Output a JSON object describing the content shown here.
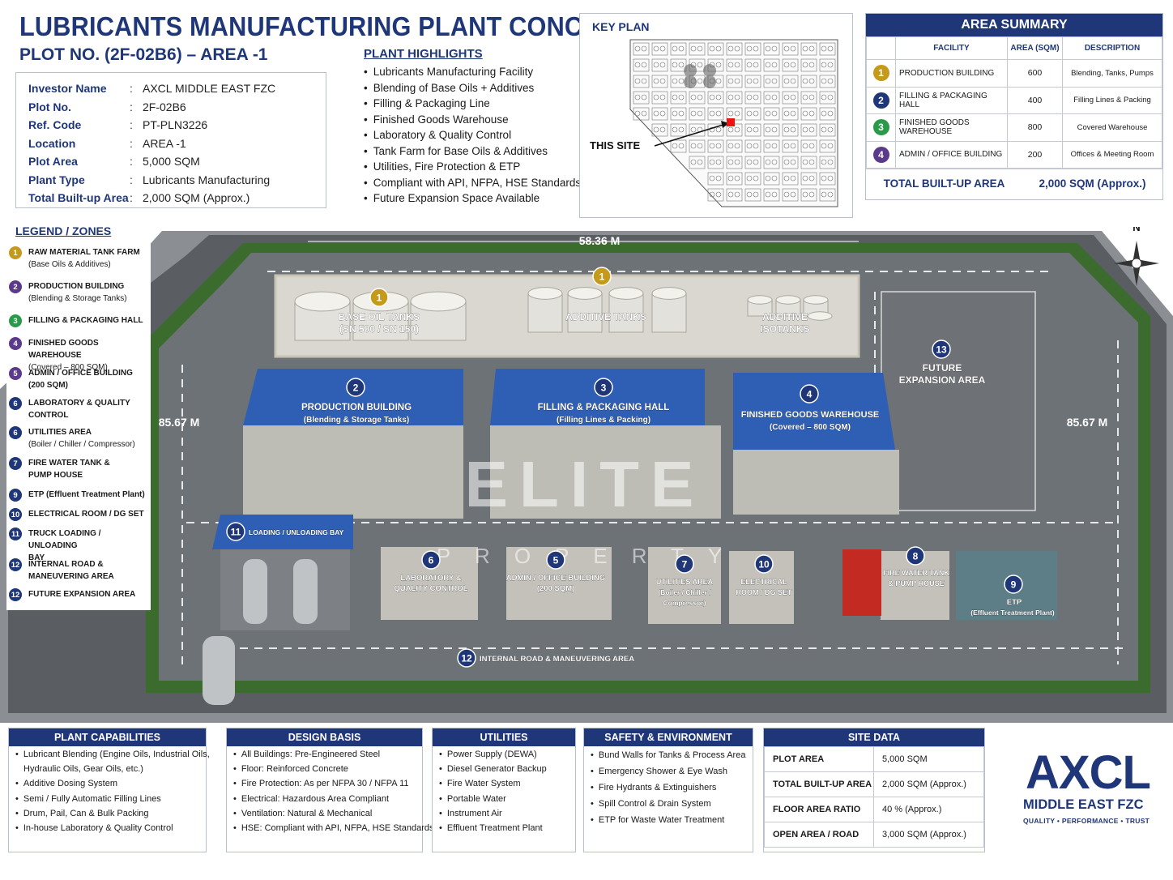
{
  "header": {
    "title": "LUBRICANTS MANUFACTURING PLANT CONCEPT",
    "subtitle": "PLOT NO. (2F-02B6) – AREA -1"
  },
  "info": [
    {
      "key": "Investor Name",
      "value": "AXCL MIDDLE EAST FZC"
    },
    {
      "key": "Plot No.",
      "value": "2F-02B6"
    },
    {
      "key": "Ref. Code",
      "value": "PT-PLN3226"
    },
    {
      "key": "Location",
      "value": "AREA -1"
    },
    {
      "key": "Plot Area",
      "value": "5,000 SQM"
    },
    {
      "key": "Plant Type",
      "value": "Lubricants Manufacturing"
    },
    {
      "key": "Total Built-up Area",
      "value": "2,000 SQM (Approx.)"
    }
  ],
  "info_colon": ":",
  "highlights": {
    "title": "PLANT HIGHLIGHTS",
    "items": [
      "Lubricants Manufacturing Facility",
      "Blending of Base Oils + Additives",
      "Filling & Packaging Line",
      "Finished Goods Warehouse",
      "Laboratory & Quality Control",
      "Tank Farm for Base Oils & Additives",
      "Utilities, Fire Protection & ETP",
      "Compliant with API, NFPA, HSE Standards",
      "Future Expansion Space Available"
    ]
  },
  "key_plan": {
    "title": "KEY PLAN",
    "site_label": "THIS SITE"
  },
  "area_summary": {
    "title": "AREA SUMMARY",
    "headers": [
      "FACILITY",
      "AREA (SQM)",
      "DESCRIPTION"
    ],
    "rows": [
      {
        "n": "1",
        "facility": "PRODUCTION BUILDING",
        "area": "600",
        "desc": "Blending, Tanks, Pumps"
      },
      {
        "n": "2",
        "facility": "FILLING & PACKAGING HALL",
        "area": "400",
        "desc": "Filling Lines & Packing"
      },
      {
        "n": "3",
        "facility": "FINISHED GOODS WAREHOUSE",
        "area": "800",
        "desc": "Covered Warehouse"
      },
      {
        "n": "4",
        "facility": "ADMIN / OFFICE BUILDING",
        "area": "200",
        "desc": "Offices & Meeting Room"
      }
    ],
    "total_label": "TOTAL BUILT-UP AREA",
    "total_value": "2,000 SQM (Approx.)"
  },
  "legend": {
    "title": "LEGEND / ZONES",
    "items": [
      {
        "n": "1",
        "color": "#c59a1a",
        "label": "RAW MATERIAL TANK FARM",
        "sub": "(Base Oils & Additives)"
      },
      {
        "n": "2",
        "color": "#5b3a8c",
        "label": "PRODUCTION BUILDING",
        "sub": "(Blending & Storage Tanks)"
      },
      {
        "n": "3",
        "color": "#2a9a4a",
        "label": "FILLING & PACKAGING HALL",
        "sub": ""
      },
      {
        "n": "4",
        "color": "#5b3a8c",
        "label": "FINISHED GOODS WAREHOUSE",
        "sub": "(Covered – 800 SQM)"
      },
      {
        "n": "5",
        "color": "#5b3a8c",
        "label": "ADMIN / OFFICE BUILDING",
        "sub": "(200 SQM)"
      },
      {
        "n": "6",
        "color": "#1f3778",
        "label": "LABORATORY & QUALITY",
        "sub": "CONTROL"
      },
      {
        "n": "6",
        "color": "#1f3778",
        "label": "UTILITIES AREA",
        "sub": "(Boiler / Chiller / Compressor)"
      },
      {
        "n": "7",
        "color": "#1f3778",
        "label": "FIRE WATER TANK &",
        "sub": "PUMP HOUSE"
      },
      {
        "n": "9",
        "color": "#1f3778",
        "label": "ETP (Effluent Treatment Plant)",
        "sub": ""
      },
      {
        "n": "10",
        "color": "#1f3778",
        "label": "ELECTRICAL ROOM / DG SET",
        "sub": ""
      },
      {
        "n": "11",
        "color": "#1f3778",
        "label": "TRUCK LOADING / UNLOADING",
        "sub": "BAY"
      },
      {
        "n": "12",
        "color": "#1f3778",
        "label": "INTERNAL ROAD &",
        "sub": "MANEUVERING AREA"
      },
      {
        "n": "12",
        "color": "#1f3778",
        "label": "FUTURE EXPANSION AREA",
        "sub": ""
      }
    ]
  },
  "site": {
    "dim_top": "58.36 M",
    "dim_left": "85.67 M",
    "dim_right": "85.67 M",
    "north": "N",
    "watermark_main": "ELITE",
    "watermark_sub": "PROPERTY",
    "labels": {
      "base_oil": "BASE OIL TANKS",
      "base_oil_sub": "(SN 500 / SN 150)",
      "additive": "ADDITIVE TANKS",
      "isotanks": "ADDITIVE",
      "isotanks_sub": "ISOTANKS",
      "production": "PRODUCTION BUILDING",
      "production_sub": "(Blending & Storage Tanks)",
      "filling": "FILLING & PACKAGING HALL",
      "filling_sub": "(Filling Lines & Packing)",
      "warehouse": "FINISHED GOODS WAREHOUSE",
      "warehouse_sub": "(Covered – 800 SQM)",
      "future": "FUTURE",
      "future_sub": "EXPANSION AREA",
      "loading": "LOADING / UNLOADING BAY",
      "lab": "LABORATORY &",
      "lab_sub": "QUALITY CONTROL",
      "admin": "ADMIN / OFFICE BUILDING",
      "admin_sub": "(200 SQM)",
      "utilities": "UTILITIES AREA",
      "utilities_sub": "(Boiler / Chiller /",
      "utilities_sub2": "Compressor)",
      "electrical": "ELECTRICAL",
      "electrical_sub": "ROOM / DG SET",
      "fire": "FIRE WATER TANK",
      "fire_sub": "& PUMP HOUSE",
      "etp": "ETP",
      "etp_sub": "(Effluent Treatment Plant)",
      "road": "INTERNAL ROAD & MANEUVERING AREA"
    },
    "badges": {
      "b1a": "1",
      "b1b": "1",
      "b2": "2",
      "b3": "3",
      "b4": "4",
      "b5": "5",
      "b6": "6",
      "b7": "7",
      "b8": "8",
      "b9": "9",
      "b10": "10",
      "b11": "11",
      "b12": "12",
      "b13": "13"
    }
  },
  "panels": {
    "capabilities": {
      "title": "PLANT CAPABILITIES",
      "items": [
        "Lubricant Blending (Engine Oils, Industrial Oils,",
        "Hydraulic Oils, Gear Oils, etc.)",
        "Additive Dosing System",
        "Semi / Fully Automatic Filling Lines",
        "Drum, Pail, Can & Bulk Packing",
        "In-house Laboratory & Quality Control"
      ]
    },
    "design": {
      "title": "DESIGN BASIS",
      "items": [
        "All Buildings: Pre-Engineered Steel",
        "Floor: Reinforced Concrete",
        "Fire Protection: As per NFPA 30 / NFPA 11",
        "Electrical: Hazardous Area Compliant",
        "Ventilation: Natural & Mechanical",
        "HSE: Compliant with API, NFPA, HSE Standards"
      ]
    },
    "utilities": {
      "title": "UTILITIES",
      "items": [
        "Power Supply (DEWA)",
        "Diesel Generator Backup",
        "Fire Water System",
        "Portable Water",
        "Instrument Air",
        "Effluent Treatment Plant"
      ]
    },
    "safety": {
      "title": "SAFETY & ENVIRONMENT",
      "items": [
        "Bund Walls for Tanks & Process Area",
        "Emergency Shower & Eye Wash",
        "Fire Hydrants & Extinguishers",
        "Spill Control & Drain System",
        "ETP for Waste Water Treatment"
      ]
    },
    "site_data": {
      "title": "SITE DATA",
      "rows": [
        {
          "k": "PLOT AREA",
          "v": "5,000 SQM"
        },
        {
          "k": "TOTAL BUILT-UP AREA",
          "v": "2,000 SQM (Approx.)"
        },
        {
          "k": "FLOOR AREA RATIO",
          "v": "40 % (Approx.)"
        },
        {
          "k": "OPEN AREA / ROAD",
          "v": "3,000 SQM (Approx.)"
        }
      ]
    }
  },
  "logo": {
    "name": "AXCL",
    "sub": "MIDDLE EAST FZC",
    "tag": "QUALITY  •  PERFORMANCE  •  TRUST"
  }
}
